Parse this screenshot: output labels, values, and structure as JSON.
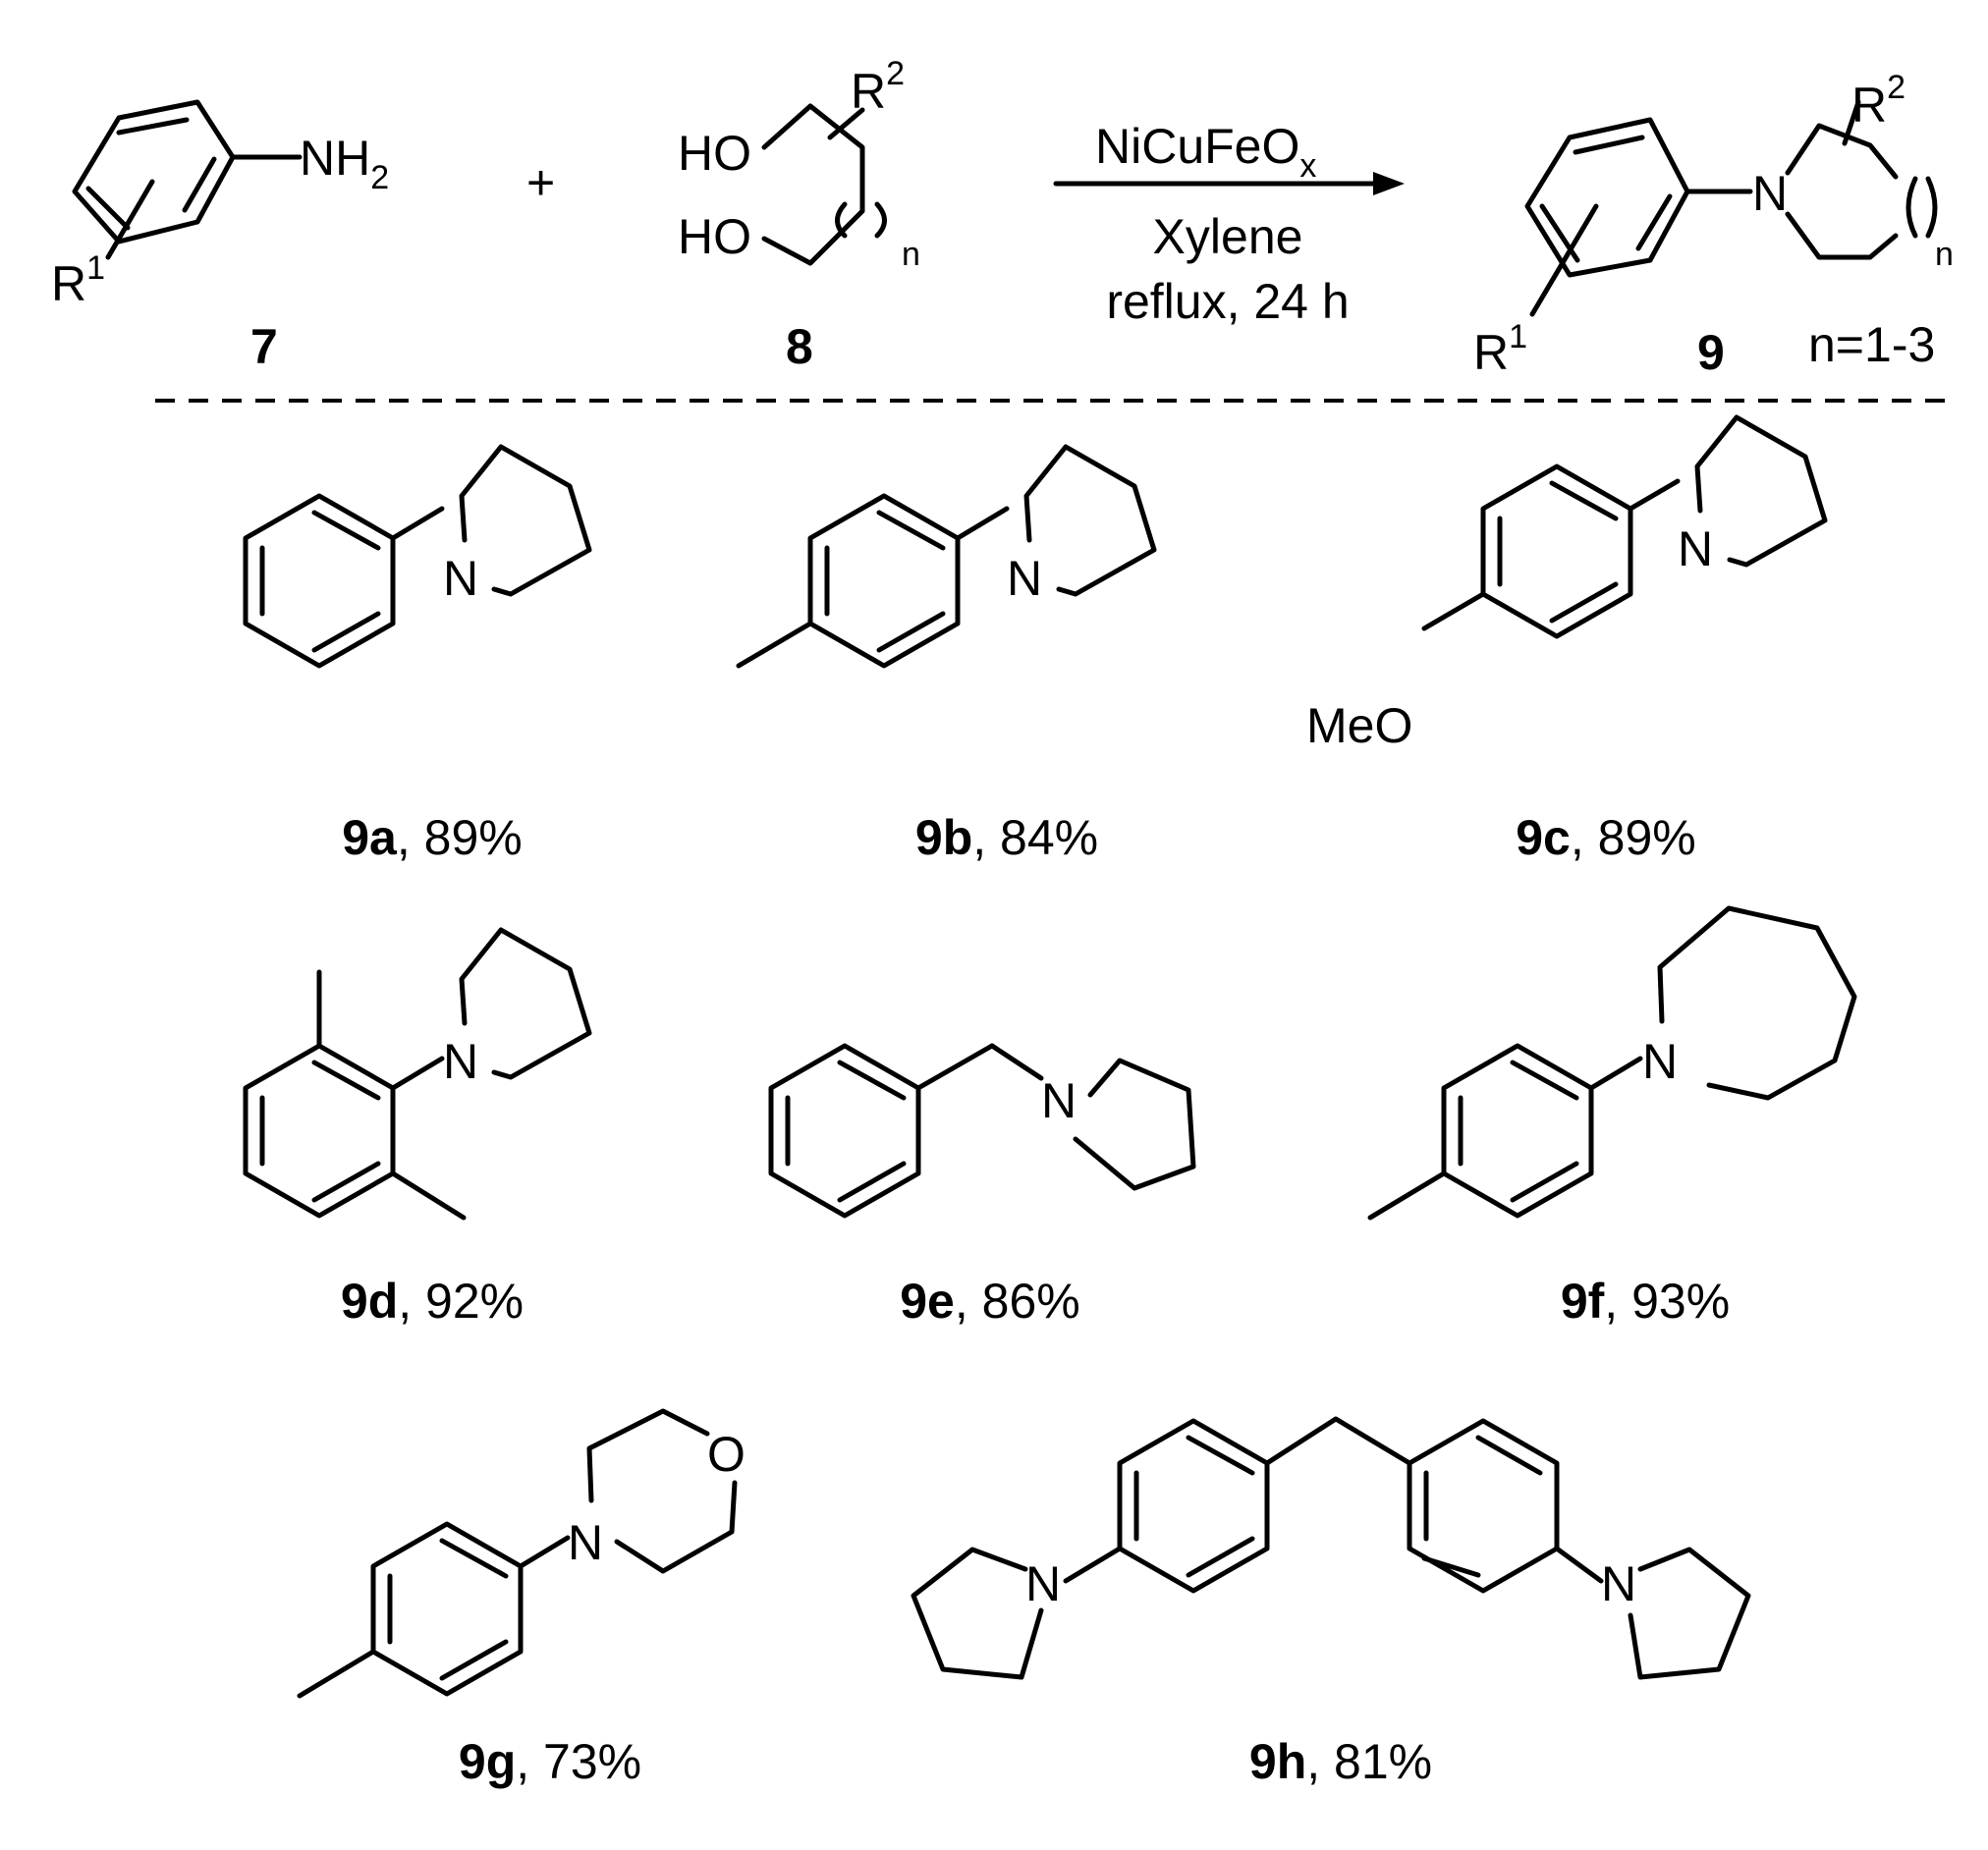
{
  "scheme": {
    "reactant_amine": {
      "amine_group": "NH",
      "amine_sub": "2",
      "substituent": "R",
      "substituent_sup": "1",
      "compound_number": "7"
    },
    "plus_sign": "+",
    "reactant_diol": {
      "hydroxyl_top": "HO",
      "hydroxyl_bottom": "HO",
      "substituent": "R",
      "substituent_sup": "2",
      "chain_index": "n",
      "compound_number": "8"
    },
    "conditions": {
      "catalyst": "NiCuFeO",
      "catalyst_sub": "x",
      "solvent": "Xylene",
      "temperature_time": "reflux, 24 h"
    },
    "product": {
      "nitrogen": "N",
      "substituent1": "R",
      "substituent1_sup": "1",
      "substituent2": "R",
      "substituent2_sup": "2",
      "chain_index": "n",
      "compound_number": "9",
      "range_note": "n=1-3"
    }
  },
  "products": [
    {
      "id": "9a",
      "yield": ", 89%",
      "atoms": [
        "N"
      ]
    },
    {
      "id": "9b",
      "yield": ", 84%",
      "atoms": [
        "N"
      ]
    },
    {
      "id": "9c",
      "yield": ", 89%",
      "atoms": [
        "N",
        "MeO"
      ]
    },
    {
      "id": "9d",
      "yield": ", 92%",
      "atoms": [
        "N"
      ]
    },
    {
      "id": "9e",
      "yield": ", 86%",
      "atoms": [
        "N"
      ]
    },
    {
      "id": "9f",
      "yield": ", 93%",
      "atoms": [
        "N"
      ]
    },
    {
      "id": "9g",
      "yield": ", 73%",
      "atoms": [
        "N",
        "O"
      ]
    },
    {
      "id": "9h",
      "yield": ", 81%",
      "atoms": [
        "N",
        "N"
      ]
    }
  ]
}
